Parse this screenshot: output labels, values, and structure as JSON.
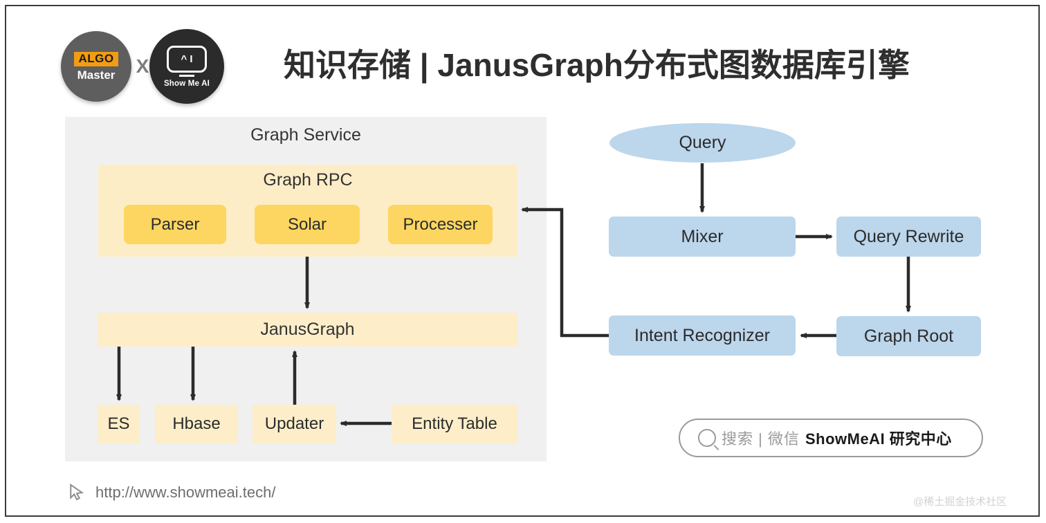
{
  "header": {
    "title": "知识存储 | JanusGraph分布式图数据库引擎",
    "logo_left": {
      "tag": "ALGO",
      "name": "Master"
    },
    "logo_separator": "X",
    "logo_right": {
      "screen_glyphs": "^ I",
      "name": "Show Me AI"
    }
  },
  "diagram": {
    "graph_service": {
      "title": "Graph Service",
      "rpc": {
        "title": "Graph RPC",
        "components": [
          {
            "label": "Parser"
          },
          {
            "label": "Solar"
          },
          {
            "label": "Processer"
          }
        ]
      },
      "engine": {
        "label": "JanusGraph"
      },
      "stores": [
        {
          "label": "ES"
        },
        {
          "label": "Hbase"
        },
        {
          "label": "Updater"
        },
        {
          "label": "Entity Table"
        }
      ]
    },
    "query_flow": {
      "entry": {
        "label": "Query"
      },
      "nodes": [
        {
          "label": "Mixer"
        },
        {
          "label": "Query Rewrite"
        },
        {
          "label": "Graph Root"
        },
        {
          "label": "Intent Recognizer"
        }
      ]
    },
    "edges": [
      {
        "from": "Query",
        "to": "Mixer"
      },
      {
        "from": "Mixer",
        "to": "Query Rewrite"
      },
      {
        "from": "Query Rewrite",
        "to": "Graph Root"
      },
      {
        "from": "Graph Root",
        "to": "Intent Recognizer"
      },
      {
        "from": "Intent Recognizer",
        "to": "Graph RPC"
      },
      {
        "from": "Solar",
        "to": "JanusGraph"
      },
      {
        "from": "JanusGraph",
        "to": "ES"
      },
      {
        "from": "JanusGraph",
        "to": "Hbase"
      },
      {
        "from": "Updater",
        "to": "JanusGraph"
      },
      {
        "from": "Entity Table",
        "to": "Updater"
      }
    ]
  },
  "search_pill": {
    "placeholder_grey": "搜索 | 微信",
    "brand": "ShowMeAI 研究中心"
  },
  "footer": {
    "url": "http://www.showmeai.tech/",
    "watermark": "@稀土掘金技术社区"
  },
  "colors": {
    "panel_bg": "#f0f0f0",
    "rpc_bg": "#fdedc7",
    "yellow_component": "#fcd661",
    "store_bg": "#fdeec9",
    "blue_node": "#bcd6ec",
    "arrow": "#2b2b2b",
    "title_text": "#2e2e2e"
  }
}
